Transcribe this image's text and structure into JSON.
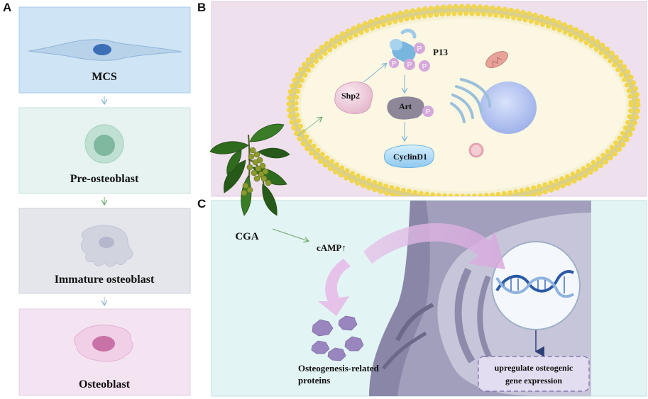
{
  "panels": {
    "a": {
      "letter": "A",
      "stages": [
        {
          "label": "MCS",
          "color": "#cfe4f4",
          "border": "#a9cde9"
        },
        {
          "label": "Pre-osteoblast",
          "color": "#e6f3f1",
          "border": "#c7e3df"
        },
        {
          "label": "Immature osteoblast",
          "color": "#e4e6ec",
          "border": "#cfd2dc"
        },
        {
          "label": "Osteoblast",
          "color": "#f4e4f2",
          "border": "#e6cde2"
        }
      ]
    },
    "b": {
      "letter": "B",
      "background": "#efe0ee",
      "labels": {
        "p13": "P13",
        "shp2": "Shp2",
        "art": "Art",
        "cyclin": "CyclinD1",
        "phospho": "P"
      }
    },
    "c": {
      "letter": "C",
      "background": "#e3f4f4",
      "labels": {
        "cga": "CGA",
        "camp": "cAMP↑",
        "proteins_line1": "Osteogenesis-related",
        "proteins_line2": "proteins",
        "gene_line1": "upregulate osteogenic",
        "gene_line2": "gene expression"
      }
    }
  }
}
